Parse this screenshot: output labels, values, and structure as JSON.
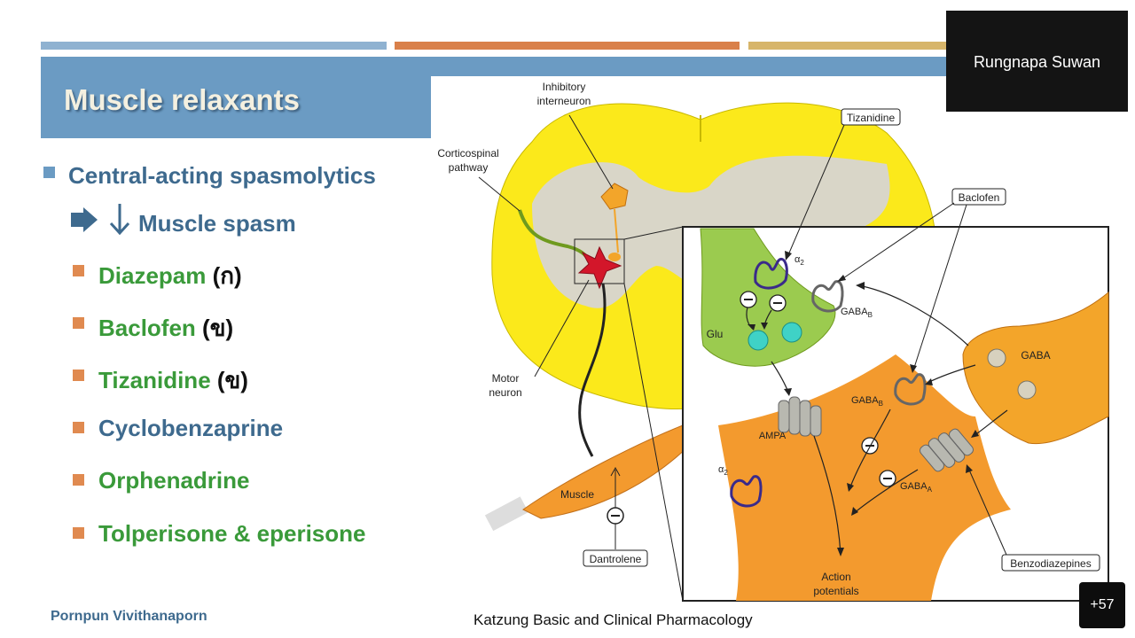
{
  "slide": {
    "title": "Muscle relaxants",
    "main_bullet": "Central-acting spasmolytics",
    "effect": "Muscle spasm",
    "drugs": [
      {
        "name": "Diazepam",
        "suffix": " (ก)",
        "color": "#3a9a3a"
      },
      {
        "name": "Baclofen",
        "suffix": " (ข)",
        "color": "#3a9a3a"
      },
      {
        "name": "Tizanidine",
        "suffix": " (ข)",
        "color": "#3a9a3a"
      },
      {
        "name": "Cyclobenzaprine",
        "suffix": "",
        "color": "#3e6a8e"
      },
      {
        "name": "Orphenadrine",
        "suffix": "",
        "color": "#3a9a3a"
      },
      {
        "name": "Tolperisone & eperisone",
        "suffix": "",
        "color": "#3a9a3a"
      }
    ],
    "author": "Pornpun Vivithanaporn",
    "caption": "Katzung Basic and Clinical Pharmacology"
  },
  "diagram": {
    "labels": {
      "inhibitory_1": "Inhibitory",
      "inhibitory_2": "interneuron",
      "corticospinal_1": "Corticospinal",
      "corticospinal_2": "pathway",
      "motor_1": "Motor",
      "motor_2": "neuron",
      "muscle": "Muscle",
      "dantrolene": "Dantrolene",
      "tizanidine": "Tizanidine",
      "baclofen": "Baclofen",
      "benzodiazepines": "Benzodiazepines",
      "glu": "Glu",
      "gaba": "GABA",
      "gaba_b": "GABA",
      "gaba_b_sub": "B",
      "gaba_a": "GABA",
      "gaba_a_sub": "A",
      "ampa": "AMPA",
      "alpha2": "α",
      "alpha2_sub": "2",
      "action_1": "Action",
      "action_2": "potentials",
      "minus": "−"
    }
  },
  "overlay": {
    "presenter": "Rungnapa Suwan",
    "more_count": "+57"
  },
  "colors": {
    "accent_blue": "#6b9bc3",
    "accent_orange": "#d9804a",
    "accent_gold": "#d7b56a",
    "bullet_orange": "#e08a50",
    "spinal_yellow": "#fbe91b",
    "muscle_orange": "#f39a2e",
    "neuron_green": "#9bcb4f"
  }
}
